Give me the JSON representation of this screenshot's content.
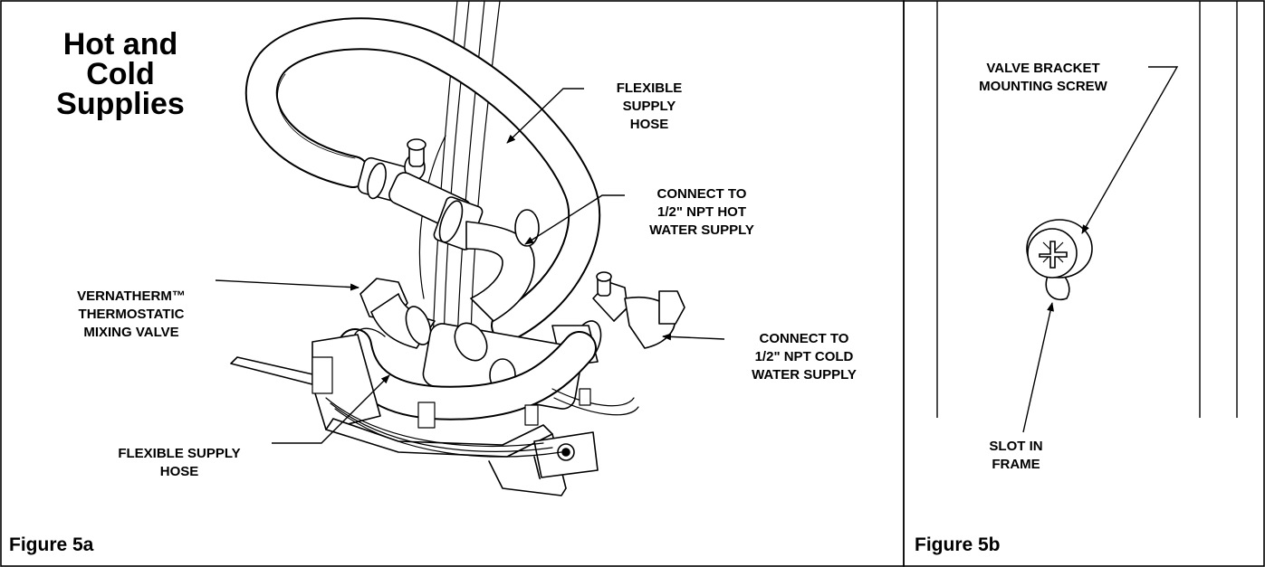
{
  "figure_a": {
    "title_lines": [
      "Hot and",
      "Cold",
      "Supplies"
    ],
    "caption": "Figure 5a",
    "labels": {
      "flexible_supply_hose_top": [
        "FLEXIBLE",
        "SUPPLY",
        "HOSE"
      ],
      "connect_hot": [
        "CONNECT TO",
        "1/2\" NPT HOT",
        "WATER SUPPLY"
      ],
      "mixing_valve": [
        "VERNATHERM™",
        "THERMOSTATIC",
        "MIXING VALVE"
      ],
      "connect_cold": [
        "CONNECT TO",
        "1/2\" NPT COLD",
        "WATER SUPPLY"
      ],
      "flexible_supply_hose_bottom": [
        "FLEXIBLE SUPPLY",
        "HOSE"
      ]
    }
  },
  "figure_b": {
    "caption": "Figure 5b",
    "labels": {
      "bracket_screw": [
        "VALVE BRACKET",
        "MOUNTING SCREW"
      ],
      "slot": [
        "SLOT IN",
        "FRAME"
      ]
    }
  },
  "colors": {
    "line": "#000000",
    "fill": "#ffffff",
    "shade": "#e6e6e6"
  }
}
